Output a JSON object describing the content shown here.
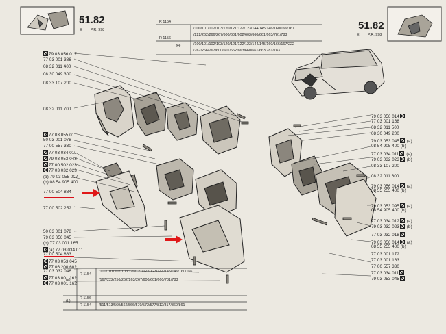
{
  "header": {
    "page_number_left": "51.82",
    "page_number_right": "51.82",
    "sub_left_e": "E",
    "sub_left_pr": "P.R. 998",
    "sub_right_e": "E",
    "sub_right_pr": "P.R. 998",
    "top_table": {
      "r1154_label": "R 1154",
      "r1156_label": "R 1156",
      "r1154_line1": "/100/101/102/103/120/121/122/123/144/145/146/160/166/167",
      "r1154_line2": "/222/262/266/267/600/601/602/603/660/661/663/781/783",
      "r1156_line1": "/100/101/102/103/120/121/122/123/144/145/160/166/167/222",
      "r1156_line2": "/262/266/267/600/601/662/663/660/661/663/781/783"
    }
  },
  "left_parts": [
    {
      "text": "79 03 056 017",
      "mark": true
    },
    {
      "text": "77 03 001 386",
      "mark": false
    },
    {
      "text": "08 32 011 400",
      "mark": false
    },
    {
      "text": "08 30 049 300",
      "mark": false
    },
    {
      "text": "08 33 107 200",
      "mark": false
    },
    {
      "text": "08 32 011 700",
      "mark": false
    },
    {
      "text": "77 03 055 011",
      "mark": true
    },
    {
      "text": "50 03 001 078",
      "mark": false
    },
    {
      "text": "77 00 557 330",
      "mark": false
    },
    {
      "text": "77 03 034 011",
      "mark": true
    },
    {
      "text": "79 03 053 043",
      "mark": true
    },
    {
      "text": "77 00 502 023",
      "mark": true
    },
    {
      "text": "77 03 032 023",
      "mark": true
    },
    {
      "text": "(a) 79 03 055 007",
      "mark": false
    },
    {
      "text": "(b) 08 54 905 400",
      "mark": false
    },
    {
      "text": "77 00 504 884",
      "mark": false
    },
    {
      "text": "77 00 502 252",
      "mark": false
    },
    {
      "text": "50 03 001 078",
      "mark": false
    },
    {
      "text": "79 03 056 045",
      "mark": false
    },
    {
      "text": "(b) 77 03 001 165",
      "mark": false
    },
    {
      "text": "(a) 77 03 034 011",
      "mark": true
    },
    {
      "text": "77 00 504 883",
      "mark": false
    },
    {
      "text": "77 03 053 045",
      "mark": true
    },
    {
      "text": "77 06 200 602",
      "mark": true
    },
    {
      "text": "77 03 032 046",
      "mark": false
    },
    {
      "text": "77 03 001 162",
      "mark": true
    },
    {
      "text": "77 03 001 162",
      "mark": true
    }
  ],
  "right_parts": [
    {
      "text": "79 03 056 014",
      "mark": true,
      "suffix": ""
    },
    {
      "text": "77 03 001 168",
      "mark": false,
      "suffix": ""
    },
    {
      "text": "08 32 011 500",
      "mark": false,
      "suffix": ""
    },
    {
      "text": "08 30 049 200",
      "mark": false,
      "suffix": ""
    },
    {
      "text": "79 03 053 045",
      "mark": true,
      "suffix": "(a)"
    },
    {
      "text": "08 54 905 400",
      "mark": false,
      "suffix": "(b)"
    },
    {
      "text": "77 03 034 011",
      "mark": true,
      "suffix": "(a)"
    },
    {
      "text": "79 03 032 023",
      "mark": true,
      "suffix": "(b)"
    },
    {
      "text": "08 33 107 200",
      "mark": false,
      "suffix": ""
    },
    {
      "text": "08 32 011 600",
      "mark": false,
      "suffix": ""
    },
    {
      "text": "79 03 056 014",
      "mark": true,
      "suffix": "(a)"
    },
    {
      "text": "08 55 255 400",
      "mark": false,
      "suffix": "(b)"
    },
    {
      "text": "79 03 053 095",
      "mark": true,
      "suffix": "(a)"
    },
    {
      "text": "08 54 905 400",
      "mark": false,
      "suffix": "(b)"
    },
    {
      "text": "77 03 034 012",
      "mark": true,
      "suffix": "(a)"
    },
    {
      "text": "79 03 032 023",
      "mark": true,
      "suffix": "(b)"
    },
    {
      "text": "77 03 032 018",
      "mark": true,
      "suffix": ""
    },
    {
      "text": "79 03 056 014",
      "mark": true,
      "suffix": "(a)"
    },
    {
      "text": "08 55 255 400",
      "mark": false,
      "suffix": "(b)"
    },
    {
      "text": "77 03 001 172",
      "mark": false,
      "suffix": ""
    },
    {
      "text": "77 03 001 163",
      "mark": false,
      "suffix": ""
    },
    {
      "text": "77 00 557 330",
      "mark": false,
      "suffix": ""
    },
    {
      "text": "77 03 034 011",
      "mark": true,
      "suffix": ""
    },
    {
      "text": "79 03 053 045",
      "mark": true,
      "suffix": ""
    }
  ],
  "bottom_table": {
    "row_a_label": "(a)",
    "row_a_model": "R 1154",
    "row_a_line1": "/100/101/102/103/120/121/122/123/144/145/146/160/166",
    "row_a_line2": "/167/222/256/262/263/267/600/601/660/781/783",
    "row_b1_model": "R 1156",
    "row_b_label": "(b)",
    "row_b2_model": "R 1154",
    "row_b2_line": "/511/513/560/562/566/570/572/577/812/817/860/861"
  },
  "highlight": {
    "underline_color": "#d9101a",
    "arrow_color": "#e01818"
  }
}
